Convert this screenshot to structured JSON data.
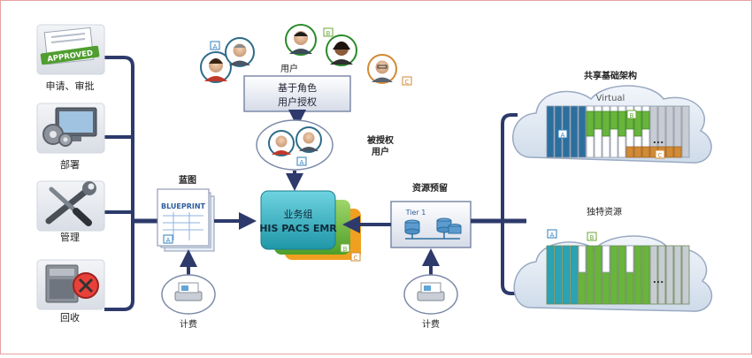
{
  "left_column": {
    "items": [
      {
        "label": "申请、审批",
        "icon": "approved-document-icon"
      },
      {
        "label": "部署",
        "icon": "monitor-gears-icon"
      },
      {
        "label": "管理",
        "icon": "wrench-screwdriver-icon"
      },
      {
        "label": "回收",
        "icon": "recycle-computer-icon"
      }
    ],
    "approved_stamp": "APPROVED"
  },
  "users": {
    "label": "用户",
    "role_box_lines": [
      "基于角色",
      "用户授权"
    ],
    "tags": [
      "A",
      "B",
      "C"
    ]
  },
  "authorized_users": {
    "label_lines": [
      "被授权",
      "用户"
    ],
    "tag": "A"
  },
  "blueprint": {
    "label": "蓝图",
    "doc_title": "BLUEPRINT",
    "tag": "A"
  },
  "business_group": {
    "lines": [
      "业务组",
      "HIS PACS EMR"
    ],
    "tags": [
      "B",
      "C"
    ]
  },
  "resource_reservation": {
    "label": "资源预留",
    "tier_label": "Tier 1"
  },
  "billing": {
    "left_label": "计费",
    "right_label": "计费"
  },
  "shared_infra": {
    "label": "共享基础架构",
    "virtual_label": "Virtual",
    "tags": [
      "A",
      "B",
      "C"
    ],
    "ellipsis": "..."
  },
  "dedicated": {
    "label": "独特资源",
    "tags": [
      "A",
      "B"
    ],
    "ellipsis": "..."
  },
  "colors": {
    "frame": "#e7a2a2",
    "line": "#2d3a6b",
    "teal": "#2ba3b4",
    "green": "#69b53c",
    "blue_bar": "#2b6f9f",
    "orange": "#f0a020",
    "tag_green": "#6aaa35",
    "tag_blue": "#2f7fbf",
    "tag_orange": "#d18a35"
  }
}
